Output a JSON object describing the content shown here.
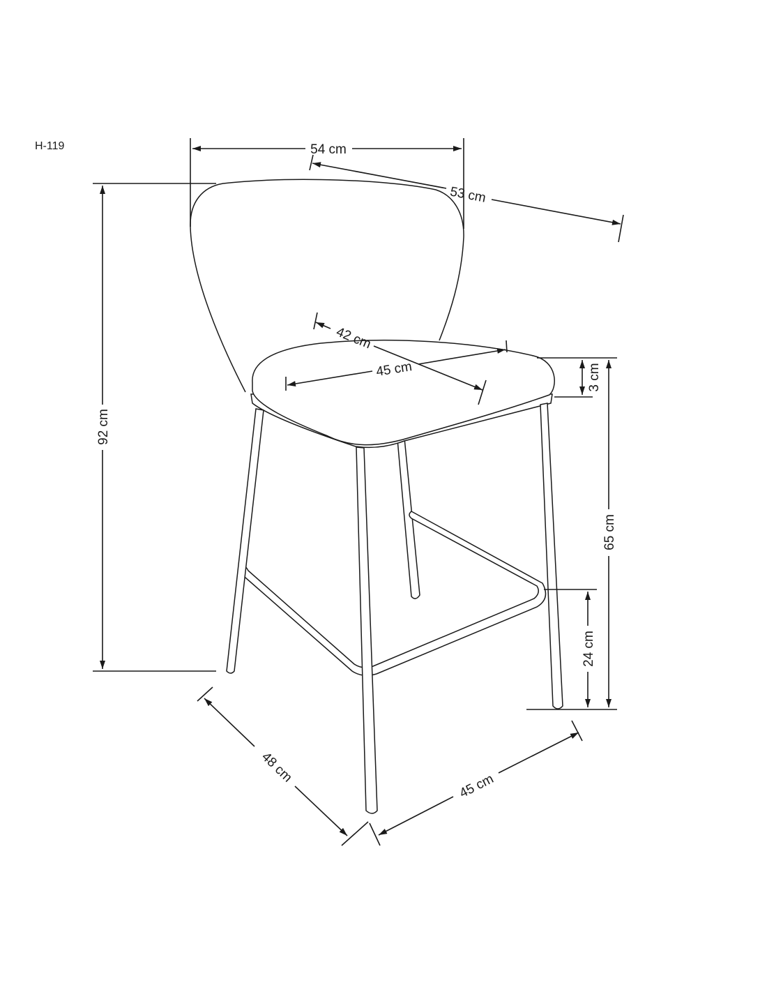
{
  "model": "H-119",
  "dimensions": {
    "width_top": "54 cm",
    "depth_top": "53 cm",
    "total_height": "92 cm",
    "seat_depth": "42 cm",
    "seat_width": "45 cm",
    "seat_thickness": "3 cm",
    "seat_height": "65 cm",
    "footrest_height": "24 cm",
    "base_depth": "48 cm",
    "base_width": "45 cm"
  },
  "colors": {
    "line": "#1a1a1a",
    "background": "#ffffff"
  }
}
